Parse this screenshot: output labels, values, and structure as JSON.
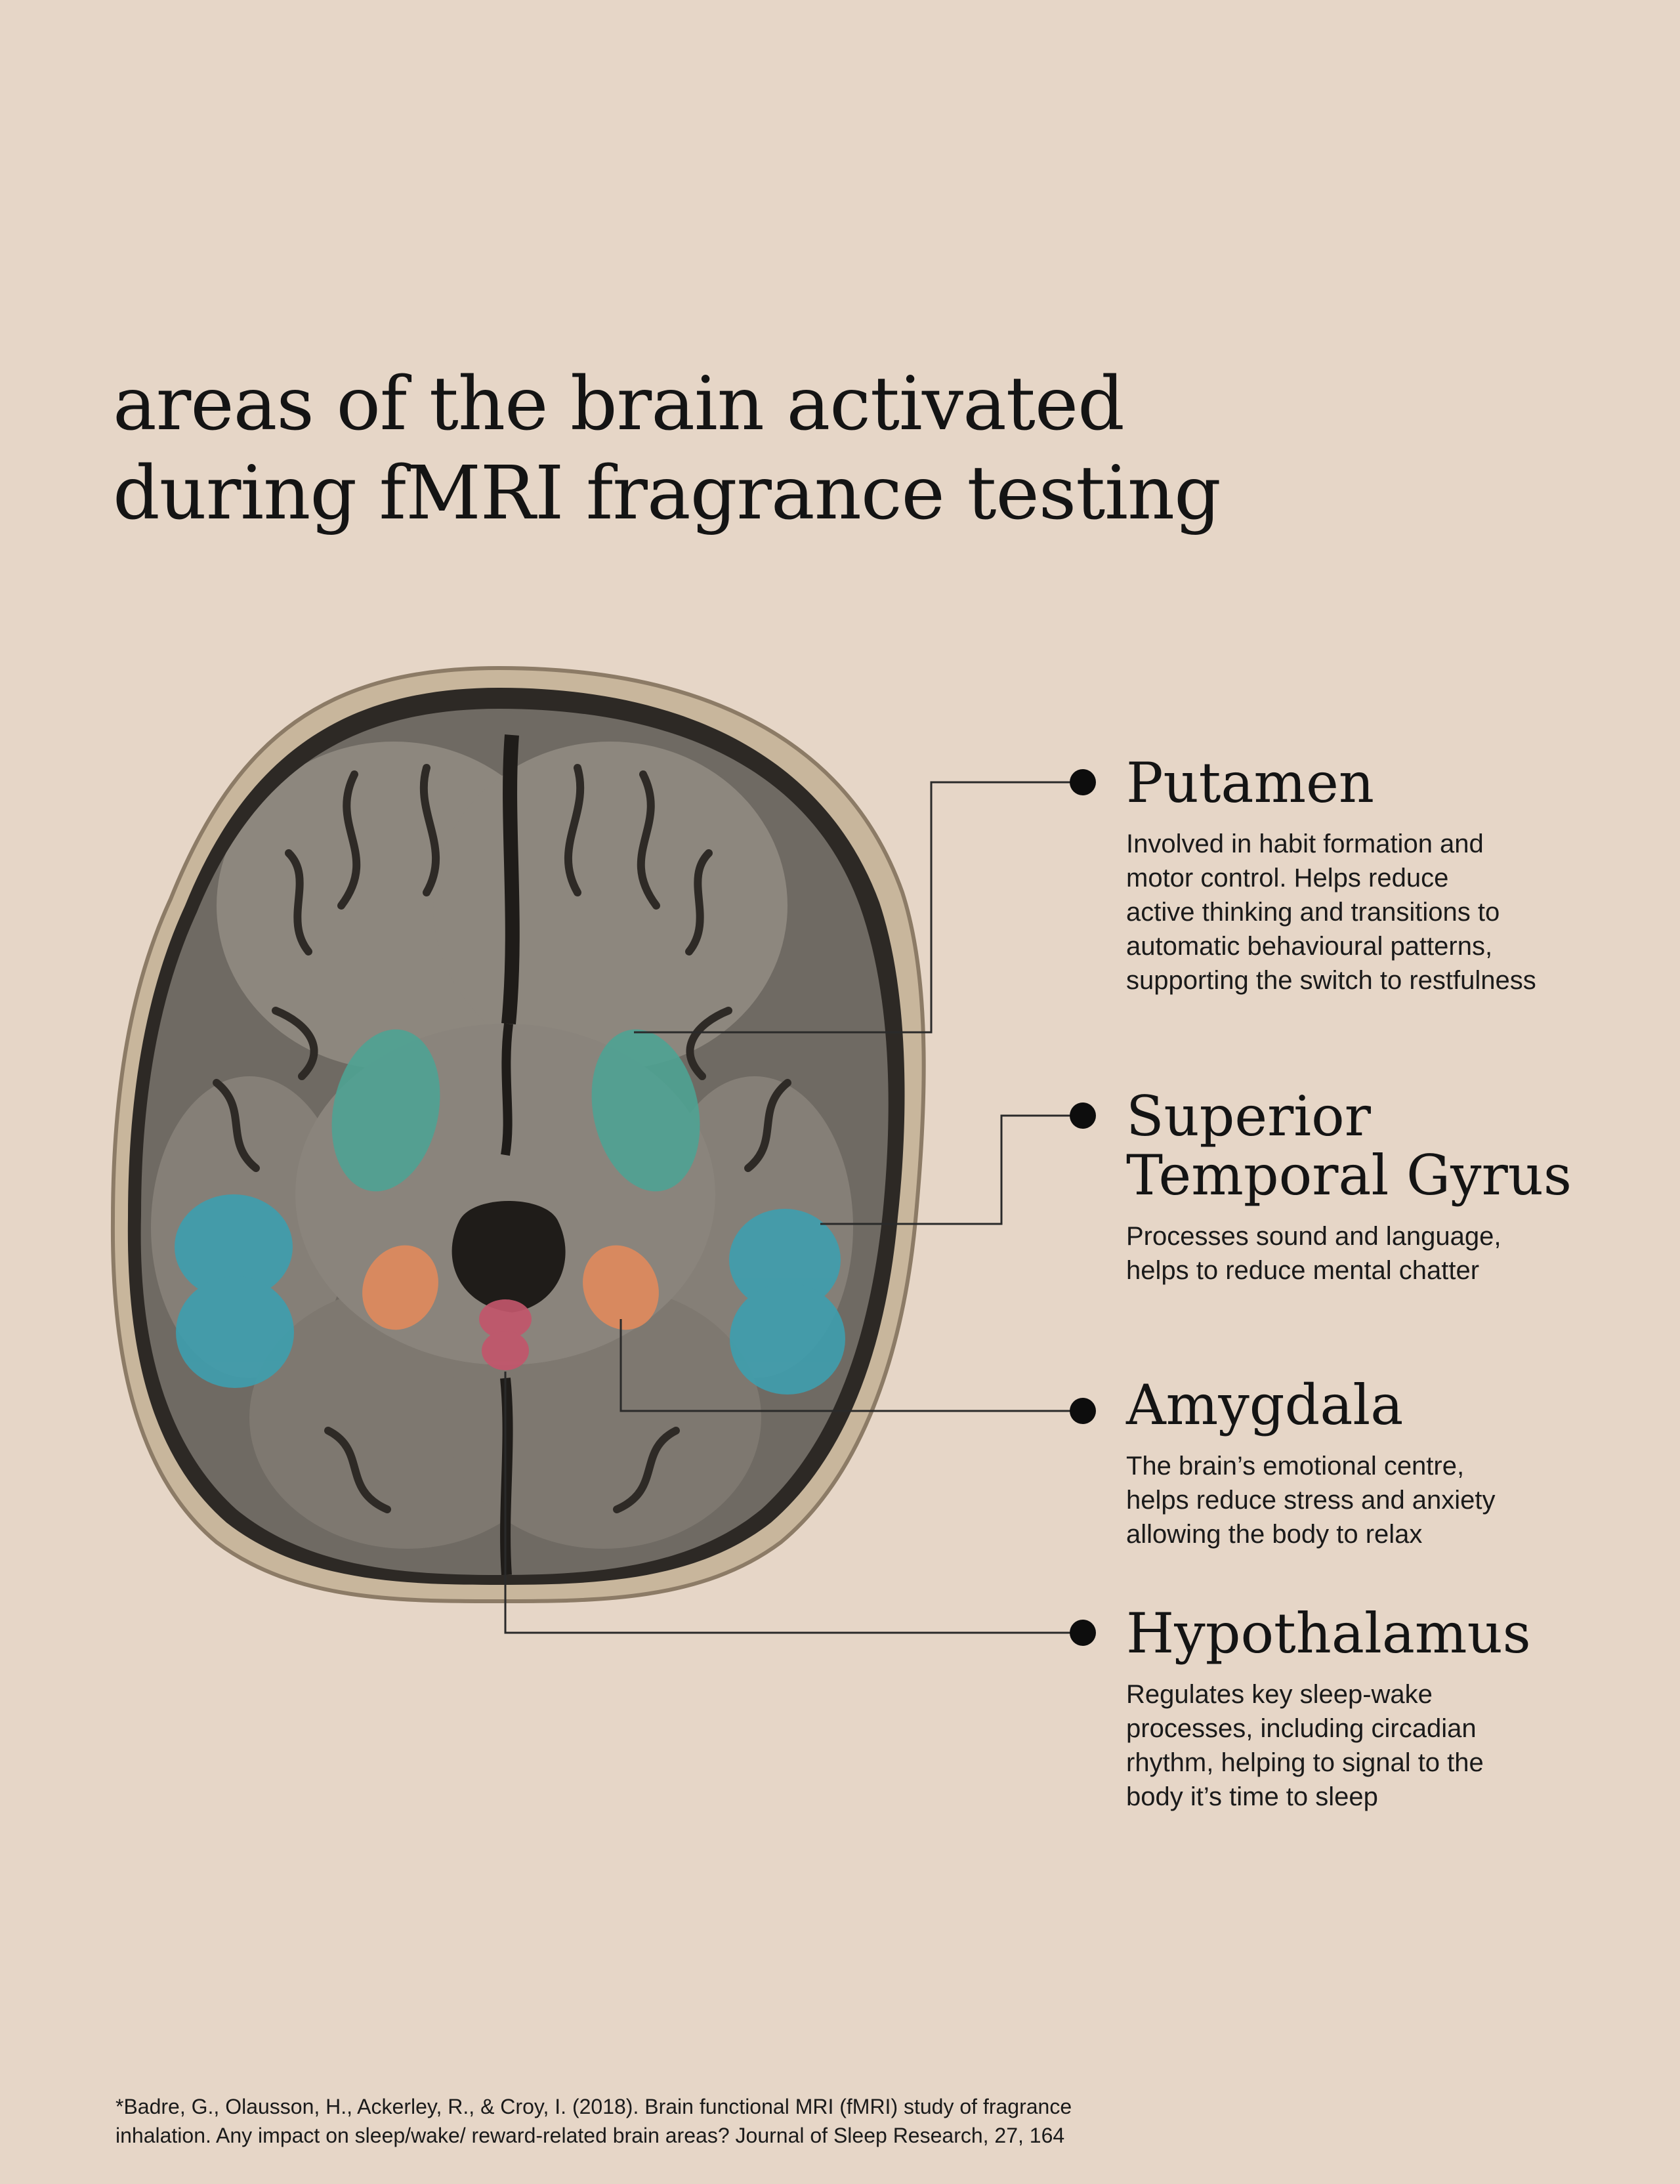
{
  "title": {
    "line1": "areas of the brain activated",
    "line2": "during fMRI fragrance testing"
  },
  "regions": [
    {
      "name": "Putamen",
      "description": "Involved in habit formation and\nmotor control. Helps reduce\nactive thinking and transitions to\nautomatic behavioural patterns,\nsupporting the switch to restfulness",
      "color": "#4fa394"
    },
    {
      "name": "Superior\nTemporal Gyrus",
      "description": "Processes sound and language,\nhelps to reduce mental chatter",
      "color": "#3e9fae"
    },
    {
      "name": "Amygdala",
      "description": "The brain’s emotional centre,\nhelps reduce stress and anxiety\nallowing the body to relax",
      "color": "#e08a5c"
    },
    {
      "name": "Hypothalamus",
      "description": "Regulates key sleep-wake\nprocesses, including circadian\nrhythm, helping to signal to the\nbody it’s time to sleep",
      "color": "#c2566b"
    }
  ],
  "footnote": "*Badre, G., Olausson, H., Ackerley, R., & Croy, I. (2018). Brain functional MRI (fMRI) study of fragrance\ninhalation. Any impact on sleep/wake/ reward-related brain areas? Journal of Sleep Research, 27, 164",
  "colors": {
    "background": "#e6d6c7",
    "ink": "#141414",
    "skull": "#c8b69c",
    "brain_dark": "#3b3632",
    "brain_tissue": "#807a72"
  }
}
